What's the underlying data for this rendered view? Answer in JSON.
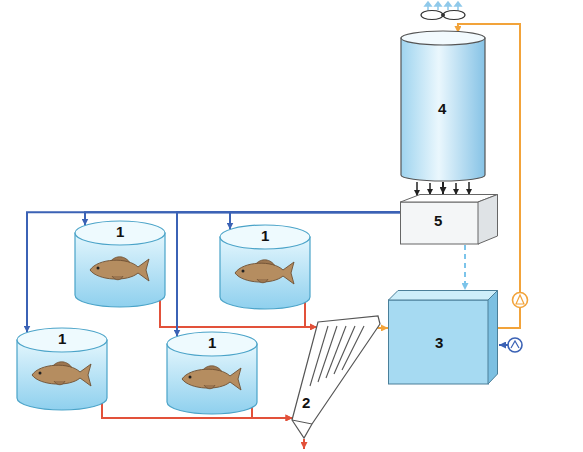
{
  "diagram": {
    "nodes": [
      {
        "text": [
          "4"
        ]
      },
      {
        "text": [
          "5"
        ]
      },
      {
        "text": [
          "1"
        ]
      },
      {
        "text": [
          "1"
        ]
      },
      {
        "text": [
          "3"
        ]
      },
      {
        "text": [
          "1"
        ]
      },
      {
        "text": [
          "1"
        ]
      },
      {
        "text": [
          "2"
        ]
      }
    ],
    "edges": [
      {
        "from": 2,
        "to": 7,
        "arrow": "to"
      },
      {
        "from": 3,
        "to": 7,
        "arrow": "to"
      },
      {
        "from": 5,
        "to": 7,
        "arrow": "to"
      },
      {
        "from": 6,
        "to": 7,
        "arrow": "to"
      },
      {
        "from": 7,
        "to": 4,
        "arrow": "to"
      },
      {
        "from": 4,
        "to": 0,
        "arrow": "to"
      },
      {
        "from": 0,
        "to": 1,
        "arrow": "to"
      },
      {
        "from": 1,
        "to": 4,
        "arrow": "to"
      },
      {
        "from": 1,
        "to": 2,
        "arrow": "to"
      },
      {
        "from": 1,
        "to": 3,
        "arrow": "to"
      },
      {
        "from": 1,
        "to": 5,
        "arrow": "to"
      },
      {
        "from": 1,
        "to": 6,
        "arrow": "to"
      }
    ]
  }
}
